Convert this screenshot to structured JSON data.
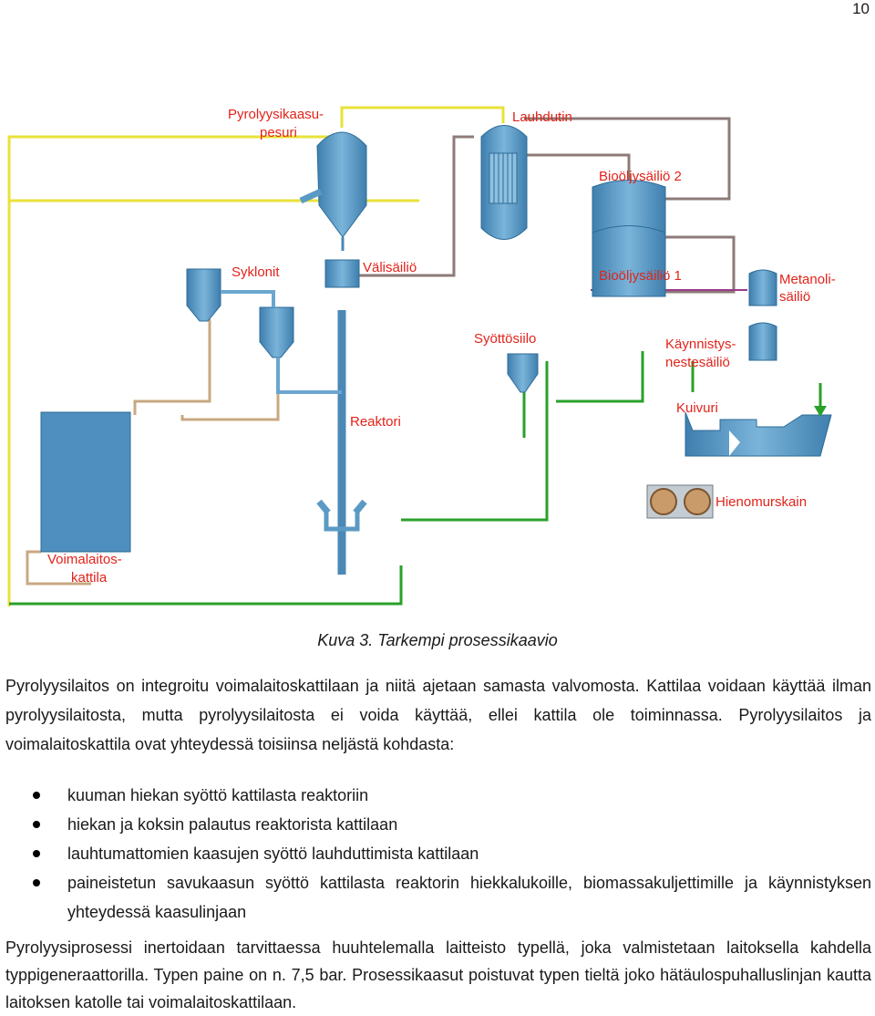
{
  "page_number": "10",
  "diagram": {
    "labels": {
      "pyrolysis_scrubber": [
        "Pyrolyysikaasu-",
        "pesuri"
      ],
      "condenser": "Lauhdutin",
      "biooil_tank_2": "Bioöljysäiliö 2",
      "cyclones": "Syklonit",
      "intermediate_tank": "Välisäiliö",
      "biooil_tank_1": "Bioöljysäiliö 1",
      "methanol_tank": [
        "Metanoli-",
        "säiliö"
      ],
      "feed_silo": "Syöttösiilo",
      "startup_tank": [
        "Käynnistys-",
        "nestesäiliö"
      ],
      "reactor": "Reaktori",
      "dryer": "Kuivuri",
      "fine_crusher": "Hienomurskain",
      "power_boiler": [
        "Voimalaitos-",
        "kattila"
      ]
    }
  },
  "caption": "Kuva 3. Tarkempi prosessikaavio",
  "paragraph1": "Pyrolyysilaitos on integroitu voimalaitoskattilaan ja niitä ajetaan samasta valvomosta. Kattilaa voidaan käyttää ilman pyrolyysilaitosta, mutta pyrolyysilaitosta ei voida käyttää, ellei kattila ole toiminnassa. Pyrolyysilaitos ja voimalaitoskattila ovat yhteydessä toisiinsa neljästä kohdasta:",
  "bullets": [
    "kuuman hiekan syöttö kattilasta reaktoriin",
    "hiekan ja koksin palautus reaktorista kattilaan",
    "lauhtumattomien kaasujen syöttö lauhduttimista kattilaan",
    "paineistetun savukaasun syöttö kattilasta reaktorin hiekkalukoille, biomassakuljettimille ja käynnistyksen yhteydessä kaasulinjaan"
  ],
  "paragraph2": "Pyrolyysiprosessi inertoidaan tarvittaessa huuhtelemalla laitteisto typellä, joka valmistetaan laitoksella kahdella typpigeneraattorilla. Typen paine on n. 7,5 bar. Prosessikaasut poistuvat typen tieltä joko hätäulospuhalluslinjan kautta laitoksen katolle tai voimalaitoskattilaan.",
  "colors": {
    "equipment": "#5b9ac4",
    "gas_line": "#e8e23a",
    "sand_line": "#c8a882",
    "oil_line": "#8c7b78",
    "methanol_line": "#9b3a8a",
    "green_line": "#2aa02a",
    "label": "#e2231a"
  }
}
